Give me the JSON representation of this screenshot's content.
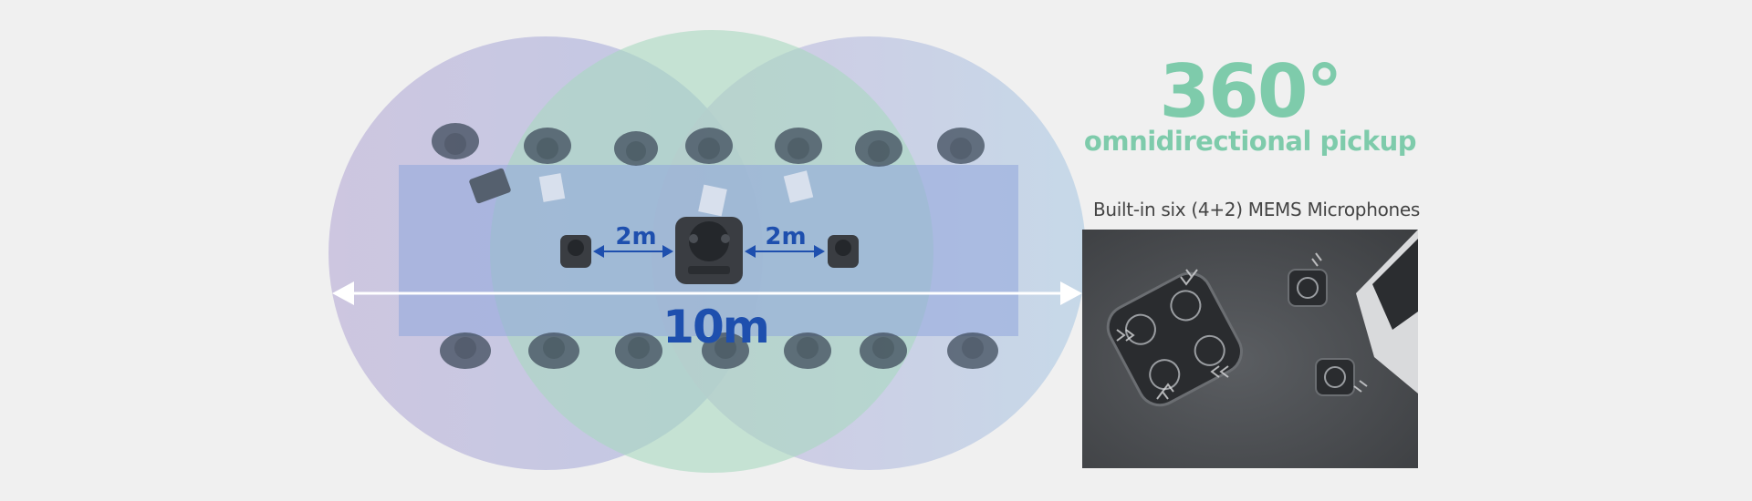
{
  "headline": {
    "angle": "360°",
    "subtitle": "omnidirectional pickup",
    "color": "#7ecbab"
  },
  "diagram": {
    "left_distance": "2m",
    "right_distance": "2m",
    "total_range": "10m",
    "label_color": "#1e4fae",
    "table_color": "#8fa6dc",
    "circle_colors": [
      "#c9bde0",
      "#b3dcc4",
      "#c4c0e2"
    ]
  },
  "microphones": {
    "caption": "Built-in six (4+2) MEMS Microphones"
  }
}
